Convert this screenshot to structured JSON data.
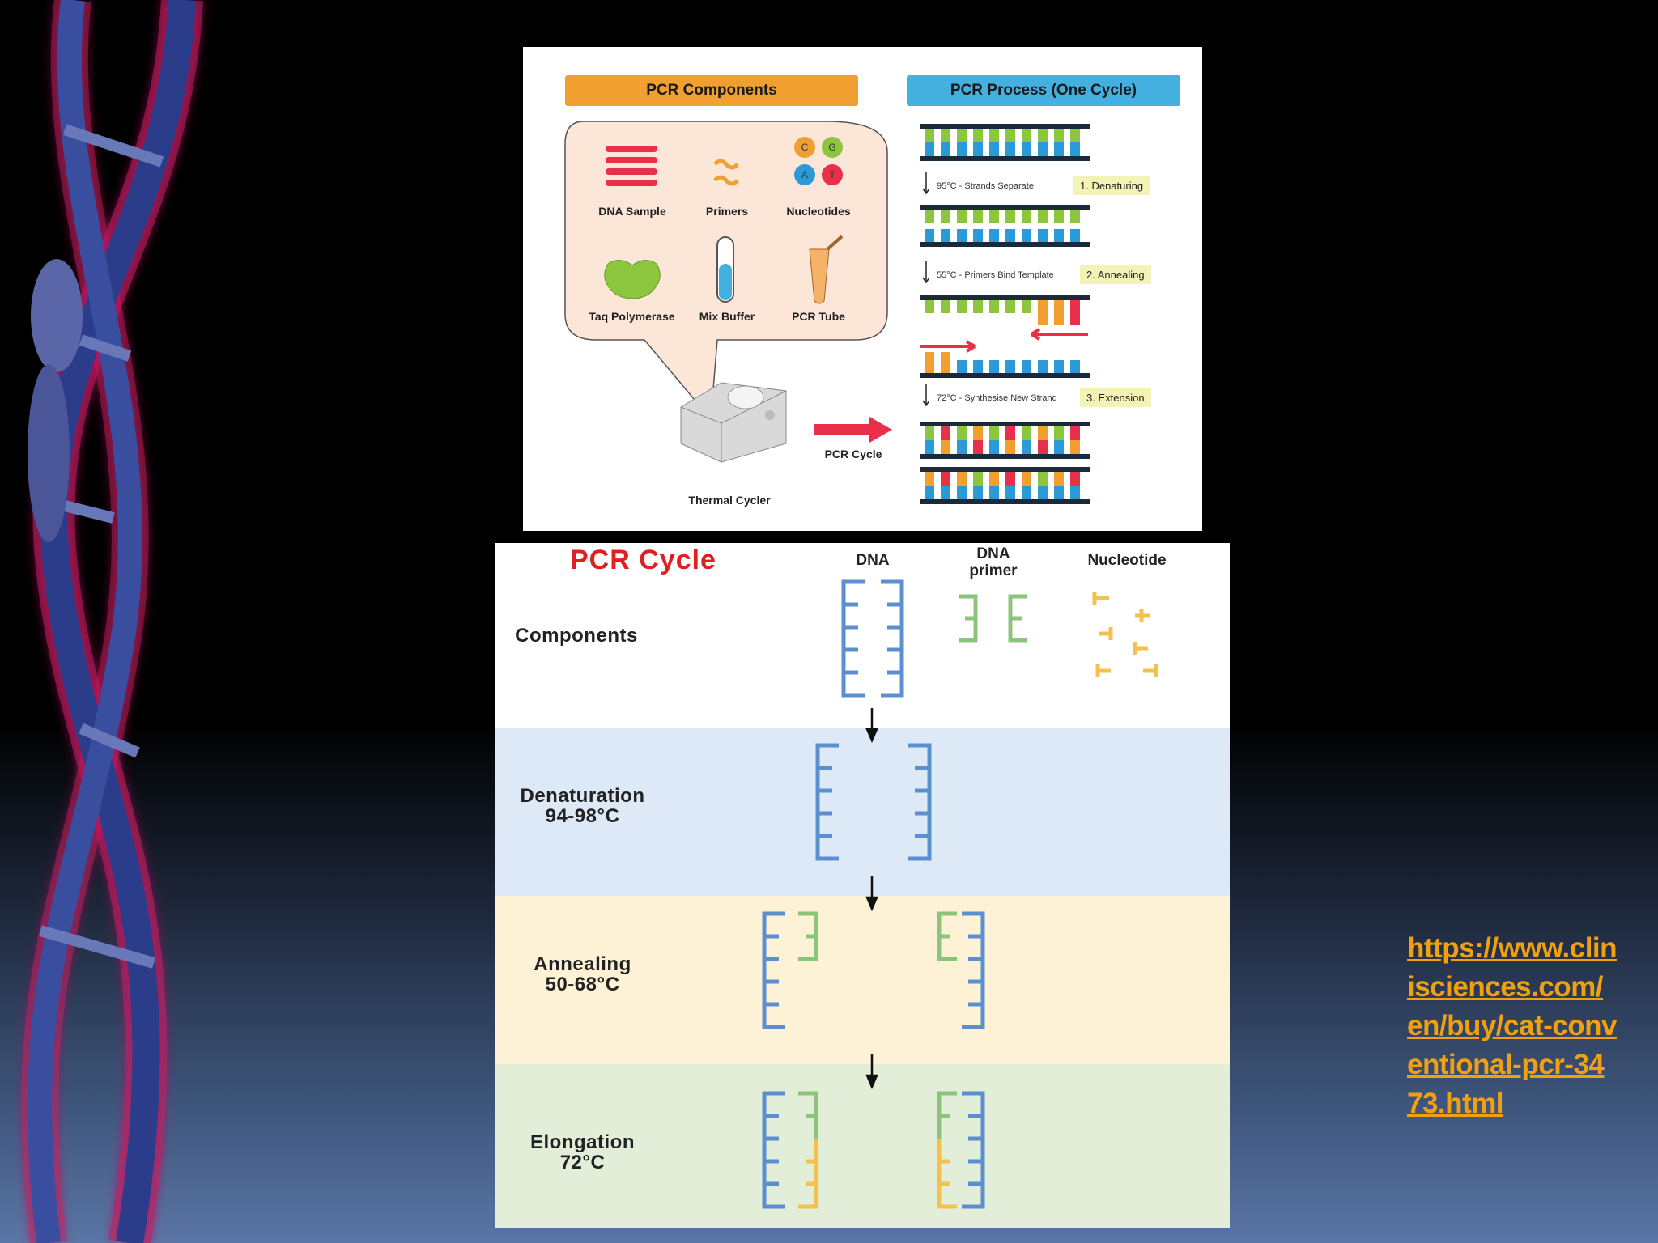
{
  "top_figure": {
    "components_header": "PCR Components",
    "process_header": "PCR Process (One Cycle)",
    "components": [
      {
        "label": "DNA Sample",
        "icon": "dna-sample-icon"
      },
      {
        "label": "Primers",
        "icon": "primers-icon"
      },
      {
        "label": "Nucleotides",
        "icon": "nucleotides-icon"
      },
      {
        "label": "Taq Polymerase",
        "icon": "taq-polymerase-icon"
      },
      {
        "label": "Mix Buffer",
        "icon": "mix-buffer-icon"
      },
      {
        "label": "PCR Tube",
        "icon": "pcr-tube-icon"
      }
    ],
    "nucleotide_letters": [
      "C",
      "G",
      "A",
      "T"
    ],
    "thermal_cycler_label": "Thermal Cycler",
    "pcr_cycle_label": "PCR Cycle",
    "steps": [
      {
        "note": "95°C - Strands Separate",
        "tag": "1. Denaturing"
      },
      {
        "note": "55°C - Primers Bind Template",
        "tag": "2. Annealing"
      },
      {
        "note": "72°C - Synthesise New Strand",
        "tag": "3. Extension"
      }
    ],
    "colors": {
      "orange": "#f0a030",
      "blue": "#43b0e0",
      "green": "#8cc63f",
      "teal": "#2a9bd6",
      "red": "#e8304a"
    }
  },
  "bottom_figure": {
    "title": "PCR Cycle",
    "columns": [
      "DNA",
      "DNA\nprimer",
      "Nucleotide"
    ],
    "stages": [
      {
        "name": "Components",
        "temp": ""
      },
      {
        "name": "Denaturation",
        "temp": "94-98°C"
      },
      {
        "name": "Annealing",
        "temp": "50-68°C"
      },
      {
        "name": "Elongation",
        "temp": "72°C"
      }
    ],
    "colors": {
      "band_blue": "#dde9f6",
      "band_yellow": "#fdf1d6",
      "band_green": "#e3eed9",
      "dna": "#5b8fd0",
      "primer": "#8cc47c",
      "nucleotide": "#f2c14e",
      "title": "#e02020"
    }
  },
  "source_link": "https://www.clinisciences.com/en/buy/cat-conventional-pcr-3473.html"
}
